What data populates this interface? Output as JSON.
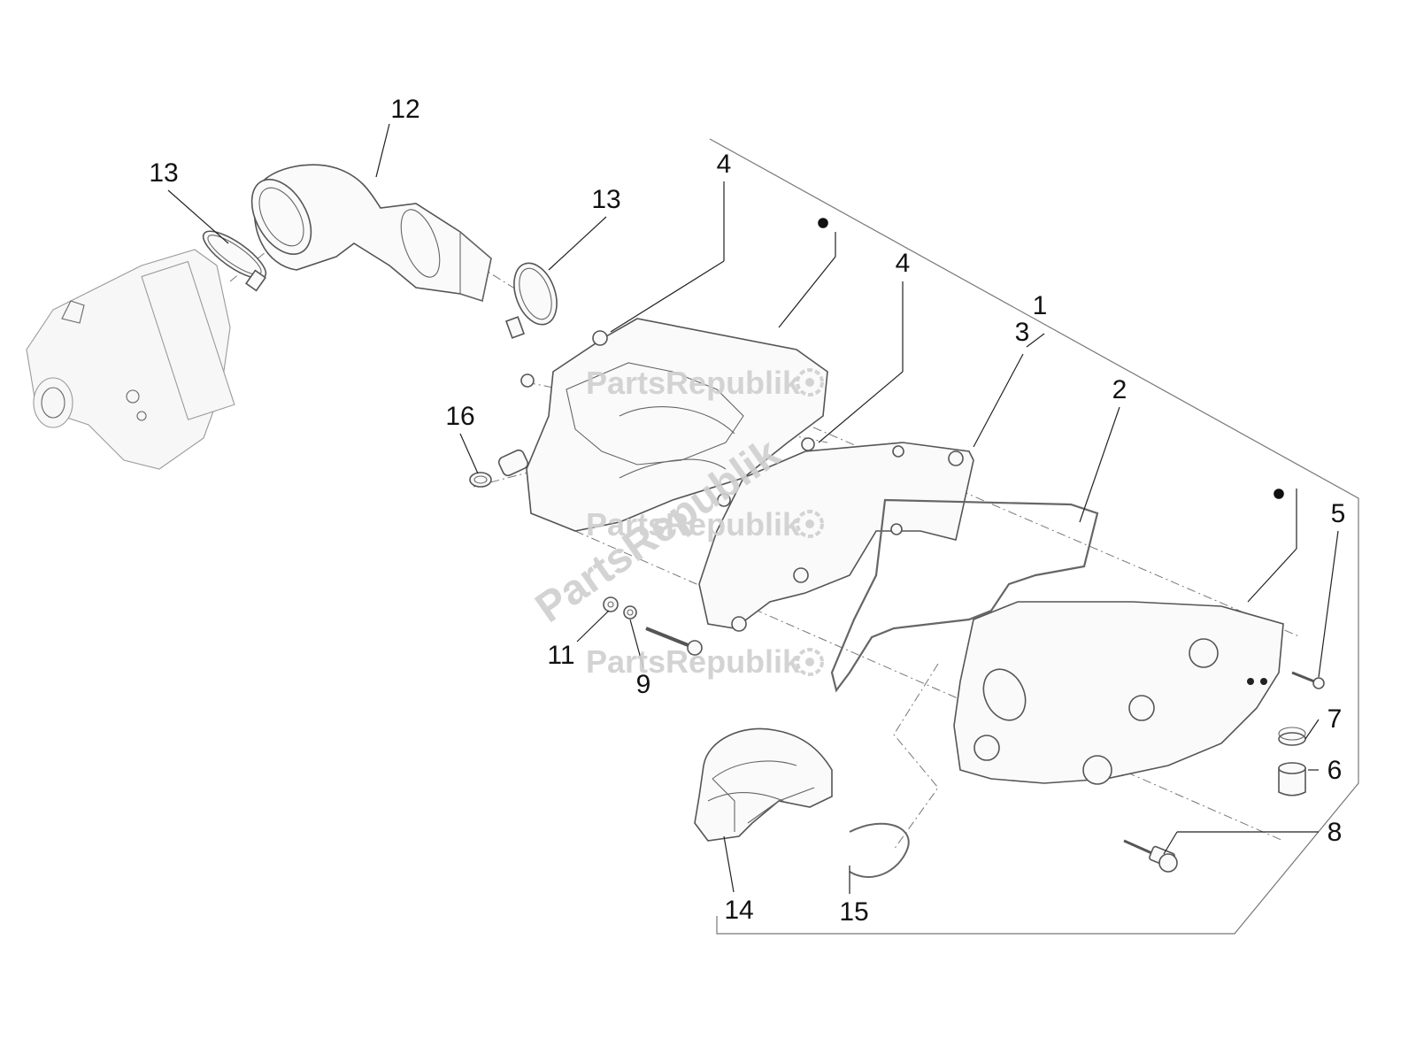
{
  "callouts": [
    {
      "id": "c1",
      "label": "1"
    },
    {
      "id": "c2",
      "label": "2"
    },
    {
      "id": "c3",
      "label": "3"
    },
    {
      "id": "c4a",
      "label": "4"
    },
    {
      "id": "c4b",
      "label": "4"
    },
    {
      "id": "c5",
      "label": "5"
    },
    {
      "id": "c6",
      "label": "6"
    },
    {
      "id": "c7",
      "label": "7"
    },
    {
      "id": "c8",
      "label": "8"
    },
    {
      "id": "c9",
      "label": "9"
    },
    {
      "id": "c11",
      "label": "11"
    },
    {
      "id": "c12",
      "label": "12"
    },
    {
      "id": "c13a",
      "label": "13"
    },
    {
      "id": "c13b",
      "label": "13"
    },
    {
      "id": "c14",
      "label": "14"
    },
    {
      "id": "c15",
      "label": "15"
    },
    {
      "id": "c16",
      "label": "16"
    }
  ],
  "watermark": {
    "text": "PartsRepublik",
    "icon": "gear-icon"
  }
}
